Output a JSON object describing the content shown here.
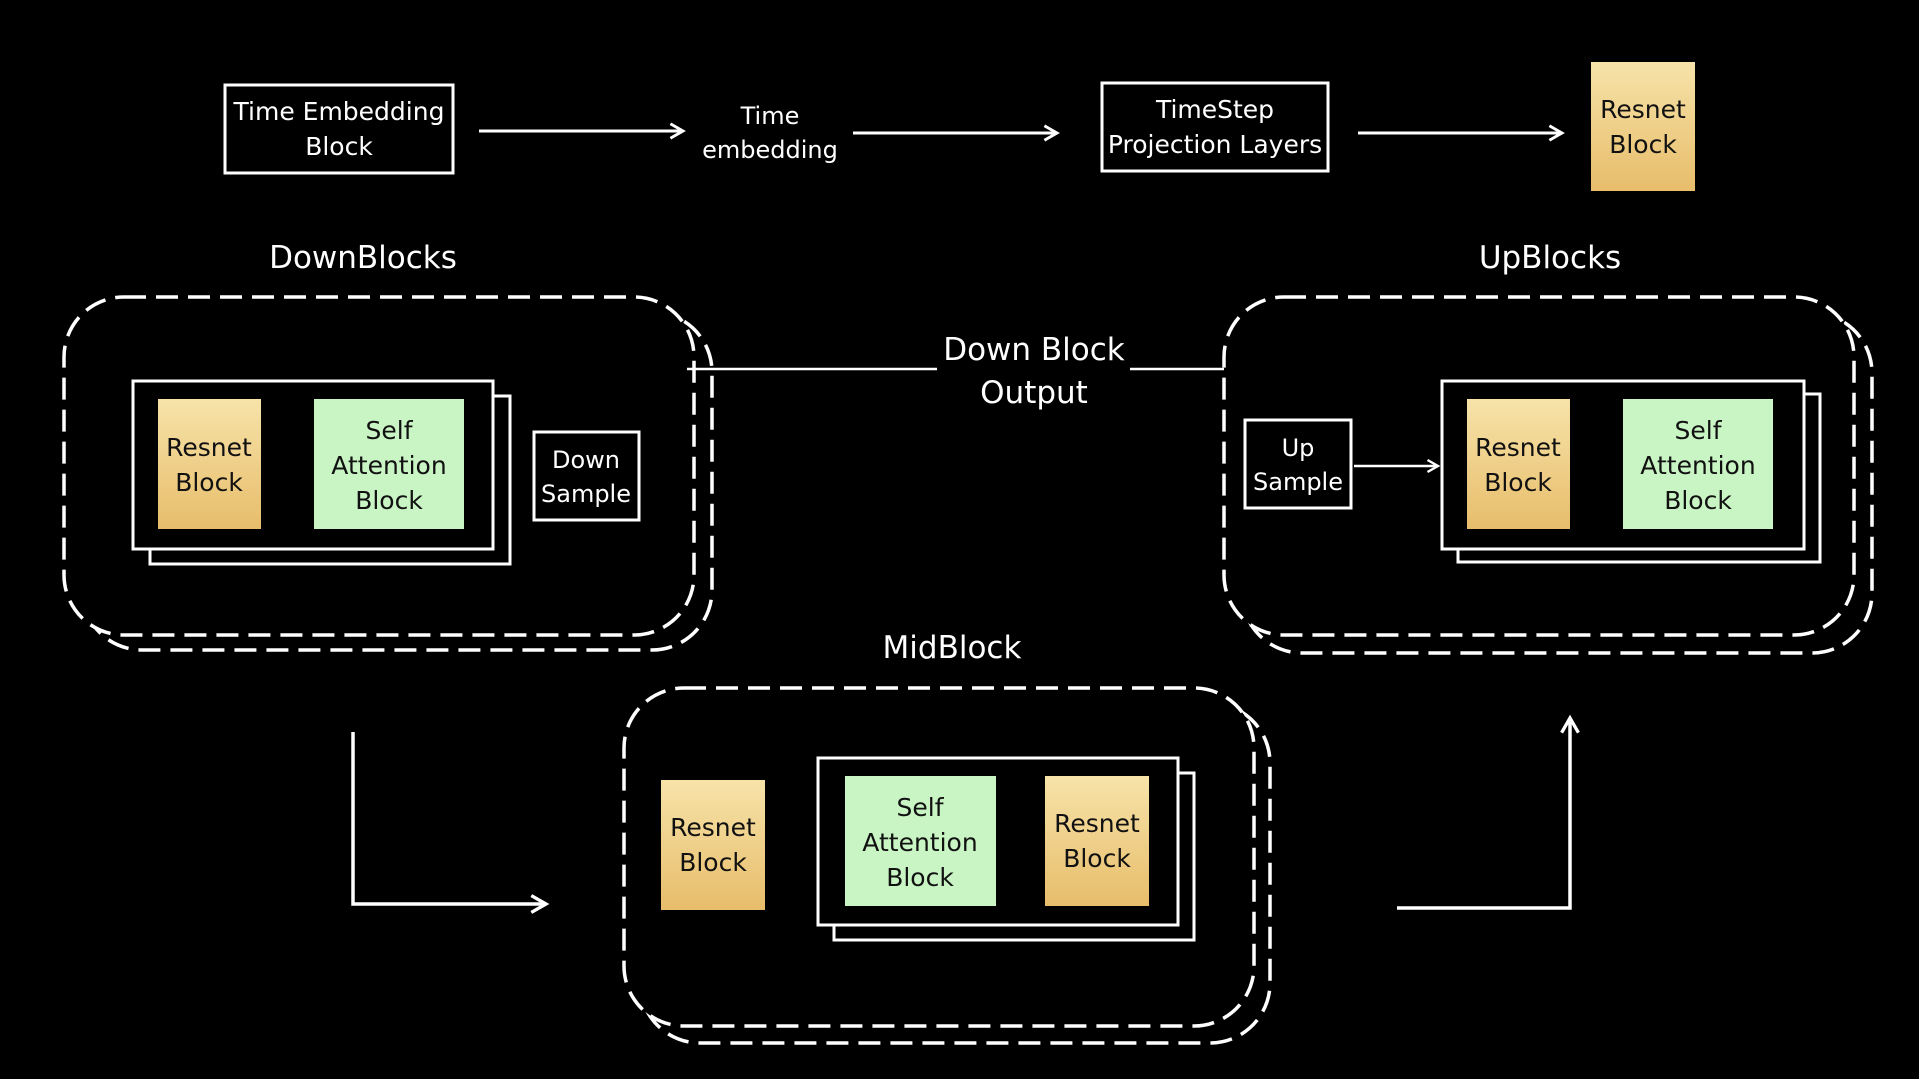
{
  "colors": {
    "background": "#000000",
    "stroke": "#ffffff",
    "resnet_fill_top": "#f7e3a9",
    "resnet_fill_bottom": "#e7bd6b",
    "attention_fill": "#c9f5c4",
    "block_text": "#111111"
  },
  "top_row": {
    "time_embedding_block": [
      "Time Embedding",
      "Block"
    ],
    "time_embedding_label": [
      "Time",
      "embedding"
    ],
    "timestep_projection": [
      "TimeStep",
      "Projection Layers"
    ],
    "resnet_block": [
      "Resnet",
      "Block"
    ]
  },
  "down_blocks": {
    "title": "DownBlocks",
    "resnet_block": [
      "Resnet",
      "Block"
    ],
    "attention_block": [
      "Self",
      "Attention",
      "Block"
    ],
    "down_sample": [
      "Down",
      "Sample"
    ]
  },
  "down_block_output_label": [
    "Down Block",
    "Output"
  ],
  "up_blocks": {
    "title": "UpBlocks",
    "up_sample": [
      "Up",
      "Sample"
    ],
    "resnet_block": [
      "Resnet",
      "Block"
    ],
    "attention_block": [
      "Self",
      "Attention",
      "Block"
    ]
  },
  "mid_block": {
    "title": "MidBlock",
    "resnet_block_1": [
      "Resnet",
      "Block"
    ],
    "attention_block": [
      "Self",
      "Attention",
      "Block"
    ],
    "resnet_block_2": [
      "Resnet",
      "Block"
    ]
  }
}
